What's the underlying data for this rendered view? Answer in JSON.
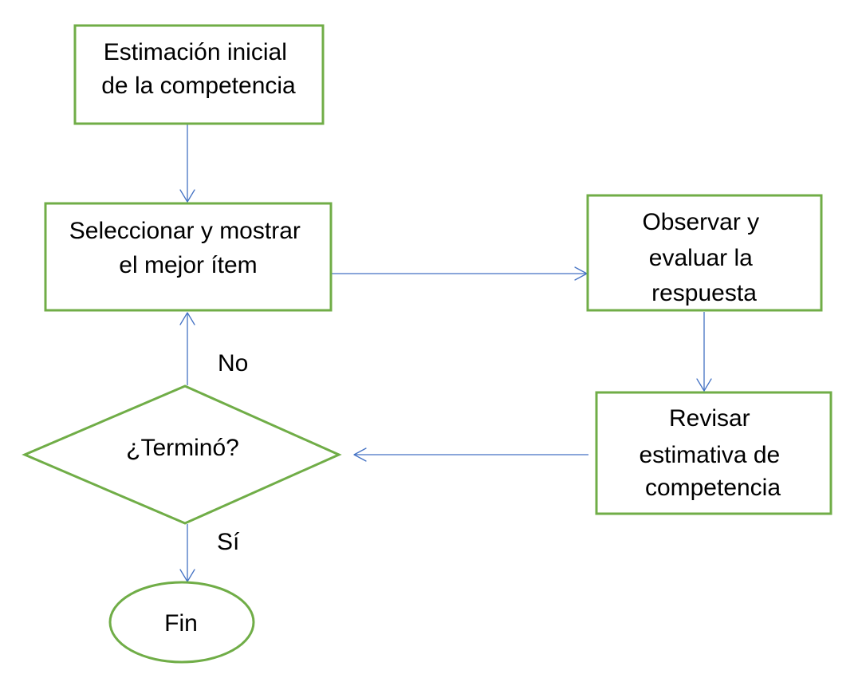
{
  "diagram": {
    "nodes": {
      "start": {
        "lines": [
          "Estimación inicial",
          "de la competencia"
        ]
      },
      "select": {
        "lines": [
          "Seleccionar y mostrar",
          "el mejor ítem"
        ]
      },
      "observe": {
        "lines": [
          "Observar y",
          "evaluar la",
          "respuesta"
        ]
      },
      "revise": {
        "lines": [
          "Revisar",
          "estimativa de",
          "competencia"
        ]
      },
      "decision": {
        "lines": [
          "¿Terminó?"
        ]
      },
      "end": {
        "lines": [
          "Fin"
        ]
      }
    },
    "edges": {
      "no_label": "No",
      "yes_label": "Sí"
    },
    "colors": {
      "node_border": "#70ad47",
      "arrow": "#4472c4",
      "text": "#000000",
      "background": "#ffffff"
    }
  }
}
